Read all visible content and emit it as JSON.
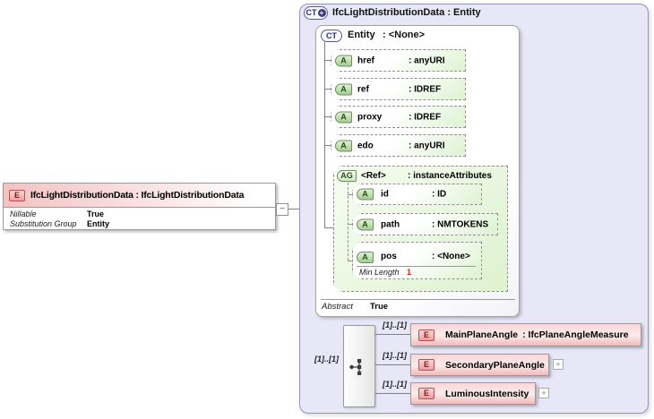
{
  "root_element": {
    "badge": "E",
    "title": "IfcLightDistributionData : IfcLightDistributionData",
    "properties": [
      {
        "label": "Nillable",
        "value": "True"
      },
      {
        "label": "Substitution Group",
        "value": "Entity"
      }
    ],
    "collapse_glyph": "−"
  },
  "complex_type": {
    "badge": "CT",
    "expand_glyph": "+",
    "title": "IfcLightDistributionData : Entity",
    "base_type": {
      "badge": "CT",
      "name": "Entity",
      "type": ": <None>",
      "attributes": [
        {
          "badge": "A",
          "name": "href",
          "type": ": anyURI"
        },
        {
          "badge": "A",
          "name": "ref",
          "type": ": IDREF"
        },
        {
          "badge": "A",
          "name": "proxy",
          "type": ": IDREF"
        },
        {
          "badge": "A",
          "name": "edo",
          "type": ": anyURI"
        }
      ],
      "attribute_group": {
        "badge": "AG",
        "name": "<Ref>",
        "type": ": instanceAttributes",
        "attributes": [
          {
            "badge": "A",
            "name": "id",
            "type": ": ID"
          },
          {
            "badge": "A",
            "name": "path",
            "type": ": NMTOKENS"
          },
          {
            "badge": "A",
            "name": "pos",
            "type": ": <None>",
            "facet": {
              "label": "Min Length",
              "value": "1"
            }
          }
        ]
      },
      "footer": {
        "label": "Abstract",
        "value": "True"
      }
    },
    "content_model": {
      "compositor": "sequence",
      "cardinality": "[1]..[1]",
      "elements": [
        {
          "badge": "E",
          "cardinality": "[1]..[1]",
          "name": "MainPlaneAngle",
          "type": ": IfcPlaneAngleMeasure"
        },
        {
          "badge": "E",
          "cardinality": "[1]..[1]",
          "name": "SecondaryPlaneAngle",
          "type": "",
          "expand_glyph": "+"
        },
        {
          "badge": "E",
          "cardinality": "[1]..[1]",
          "name": "LuminousIntensity",
          "type": "",
          "expand_glyph": "+"
        }
      ]
    }
  },
  "colors": {
    "canvas_bg": "#ffffff",
    "complextype_bg": "#e7e7f7",
    "complextype_border": "#9293c6",
    "element_pink": "#f2baba",
    "attribute_green": "#cdeabd",
    "attribute_group_bg": "#eefae6",
    "connector_line": "#808080",
    "facet_value_red": "#cc2222"
  }
}
